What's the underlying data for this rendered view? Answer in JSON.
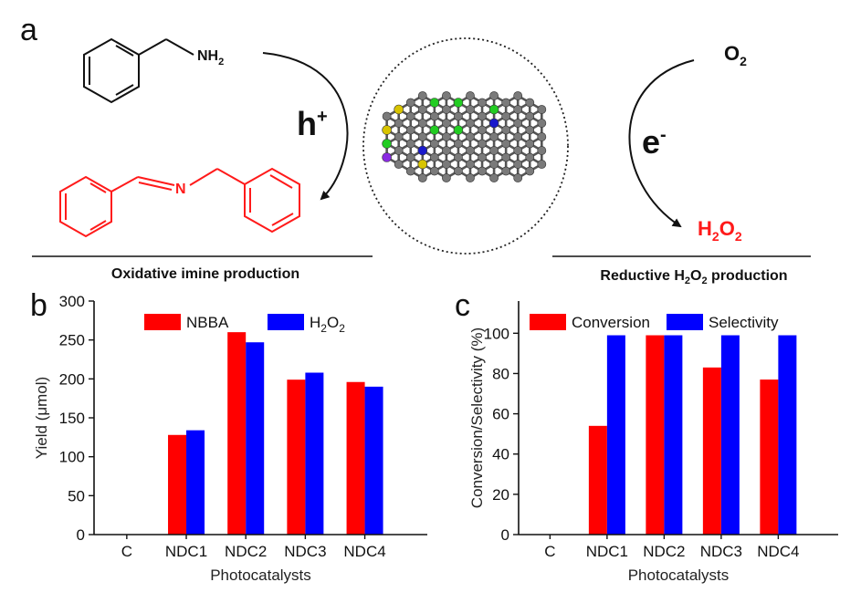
{
  "panel_a": {
    "letter": "a",
    "reactant_label": "NH",
    "reactant_label_sub": "2",
    "imine_atom": "N",
    "hole": "h",
    "hole_sup": "+",
    "electron": "e",
    "electron_sup": "-",
    "oxygen": "O",
    "oxygen_sub": "2",
    "product_h": "H",
    "product_sub1": "2",
    "product_o": "O",
    "product_sub2": "2",
    "left_caption": "Oxidative imine production",
    "right_caption_pre": "Reductive H",
    "right_caption_sub1": "2",
    "right_caption_mid": "O",
    "right_caption_sub2": "2",
    "right_caption_post": " production",
    "colors": {
      "product": "#ff1a1a",
      "carbon": "#7a7a7a",
      "nitrogen_green": "#22cc22",
      "nitrogen_blue": "#1a1acc",
      "sulfur": "#d8c400",
      "other": "#8a2be2"
    }
  },
  "chart_data": [
    {
      "type": "bar",
      "letter": "b",
      "categories": [
        "C",
        "NDC1",
        "NDC2",
        "NDC3",
        "NDC4"
      ],
      "series": [
        {
          "name": "NBBA",
          "values": [
            0,
            128,
            260,
            199,
            196
          ],
          "color": "#ff0000"
        },
        {
          "name": "H2O2",
          "name_parts": [
            "H",
            "2",
            "O",
            "2"
          ],
          "values": [
            0,
            134,
            247,
            208,
            190
          ],
          "color": "#0000ff"
        }
      ],
      "xlabel": "Photocatalysts",
      "ylabel": "Yield (μmol)",
      "ylim": [
        0,
        300
      ],
      "yticks": [
        0,
        50,
        100,
        150,
        200,
        250,
        300
      ],
      "grid": false,
      "legend": "top"
    },
    {
      "type": "bar",
      "letter": "c",
      "categories": [
        "C",
        "NDC1",
        "NDC2",
        "NDC3",
        "NDC4"
      ],
      "series": [
        {
          "name": "Conversion",
          "values": [
            0,
            54,
            99,
            83,
            77
          ],
          "color": "#ff0000"
        },
        {
          "name": "Selectivity",
          "values": [
            0,
            99,
            99,
            99,
            99
          ],
          "color": "#0000ff"
        }
      ],
      "xlabel": "Photocatalysts",
      "ylabel": "Conversion/Selectivity (%)",
      "ylim": [
        0,
        116
      ],
      "yticks": [
        0,
        20,
        40,
        60,
        80,
        100
      ],
      "grid": false,
      "legend": "top"
    }
  ]
}
